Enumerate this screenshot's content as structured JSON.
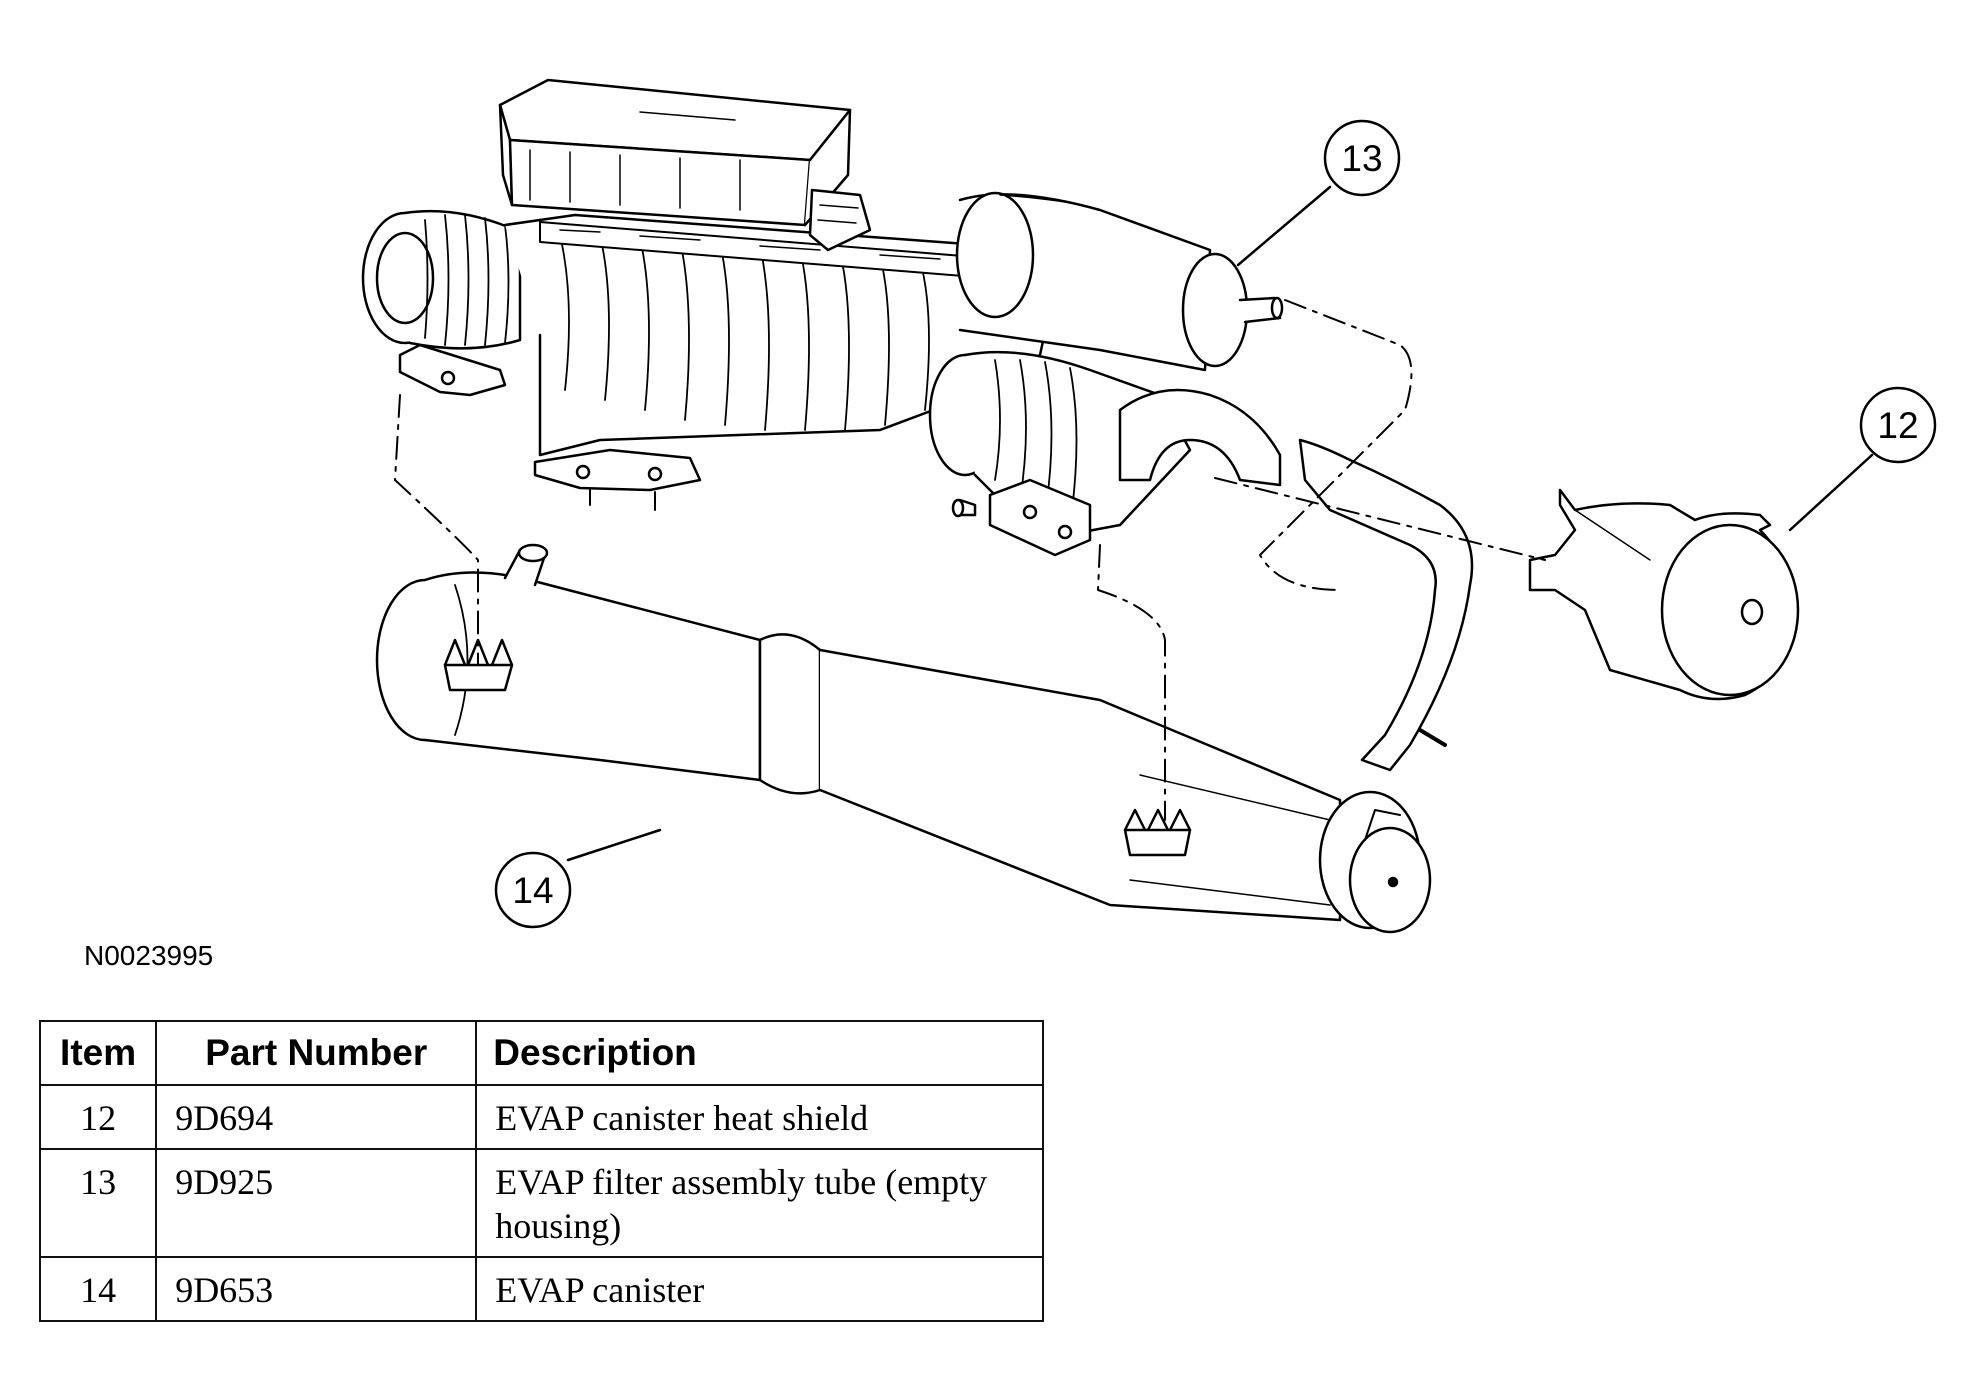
{
  "figure": {
    "callouts": [
      {
        "label": "13"
      },
      {
        "label": "12"
      },
      {
        "label": "14"
      }
    ],
    "figure_id": "N0023995",
    "line_color": "#000000",
    "background": "#ffffff"
  },
  "table": {
    "headers": {
      "item": "Item",
      "part_number": "Part Number",
      "description": "Description"
    },
    "rows": [
      {
        "item": "12",
        "part_number": "9D694",
        "description": "EVAP canister heat shield"
      },
      {
        "item": "13",
        "part_number": "9D925",
        "description": "EVAP filter assembly tube (empty housing)"
      },
      {
        "item": "14",
        "part_number": "9D653",
        "description": "EVAP canister"
      }
    ]
  }
}
